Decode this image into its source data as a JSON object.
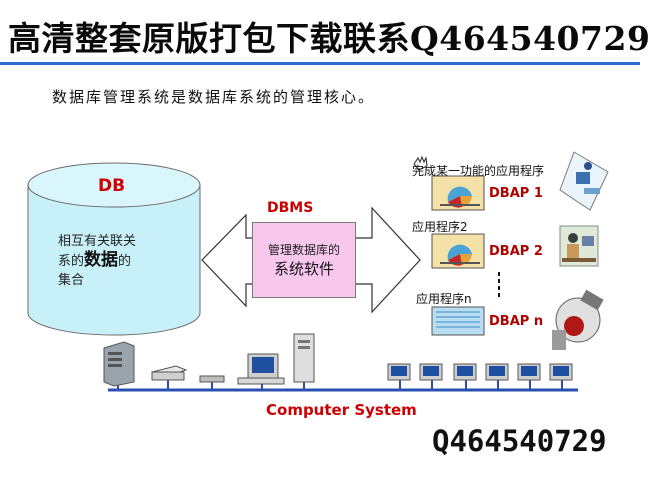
{
  "title": "高清整套原版打包下载联系Q464540729",
  "subtitle": "数据库管理系统是数据库系统的管理核心。",
  "db": {
    "title": "DB",
    "desc_line1": "相互有关联关",
    "desc_line2_pre": "系的",
    "desc_line2_big": "数据",
    "desc_line2_post": "的",
    "desc_line3": "集合"
  },
  "dbms": {
    "label": "DBMS",
    "line1": "管理数据库的",
    "line2": "系统软件"
  },
  "apps": {
    "app1_label": "完成某一功能的应用程序",
    "app1_name": "DBAP 1",
    "app2_label": "应用程序2",
    "app2_name": "DBAP 2",
    "appn_label": "应用程序n",
    "appn_name": "DBAP n"
  },
  "network": {
    "label": "Computer System"
  },
  "watermark": "Q464540729",
  "colors": {
    "cylinder": "#c8f0f8",
    "dbms_box": "#f7c8ec",
    "arrow_fill": "#ffffff",
    "accent_red": "#cc0000",
    "app_box": "#f4e1a8",
    "network_line": "#2a4fb0"
  }
}
